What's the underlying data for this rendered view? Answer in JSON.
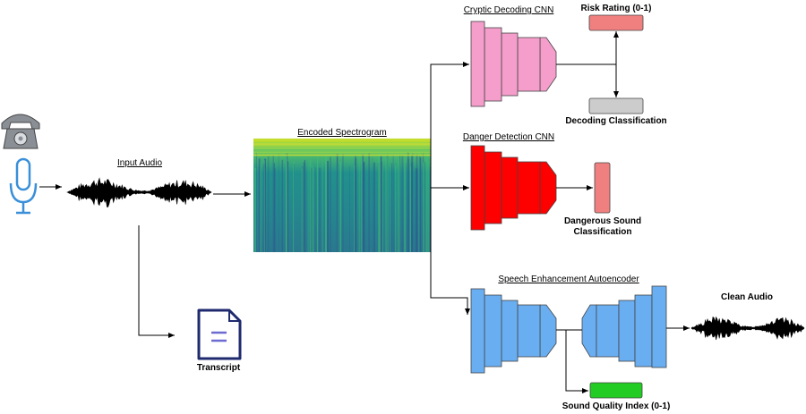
{
  "labels": {
    "input_audio": "Input Audio",
    "encoded_spectrogram": "Encoded Spectrogram",
    "cryptic_decoding_cnn": "Cryptic Decoding CNN",
    "risk_rating": "Risk Rating (0-1)",
    "decoding_classification": "Decoding Classification",
    "danger_detection_cnn": "Danger Detection CNN",
    "dangerous_sound_line1": "Dangerous Sound",
    "dangerous_sound_line2": "Classification",
    "speech_enhancement_autoencoder": "Speech Enhancement Autoencoder",
    "clean_audio": "Clean Audio",
    "sound_quality_index": "Sound Quality Index (0-1)",
    "transcript": "Transcript"
  },
  "icons": {
    "phone": "telephone-icon",
    "microphone": "microphone-icon",
    "document": "document-icon"
  },
  "colors": {
    "cryptic_cnn": "#f59ecb",
    "danger_cnn": "#ff0000",
    "speech_ae": "#6aaef2",
    "risk_box": "#f08080",
    "decoding_box": "#cccccc",
    "danger_box": "#f08080",
    "quality_box": "#22cc22",
    "mic": "#3a8fd9",
    "document": "#1f2a6e"
  }
}
